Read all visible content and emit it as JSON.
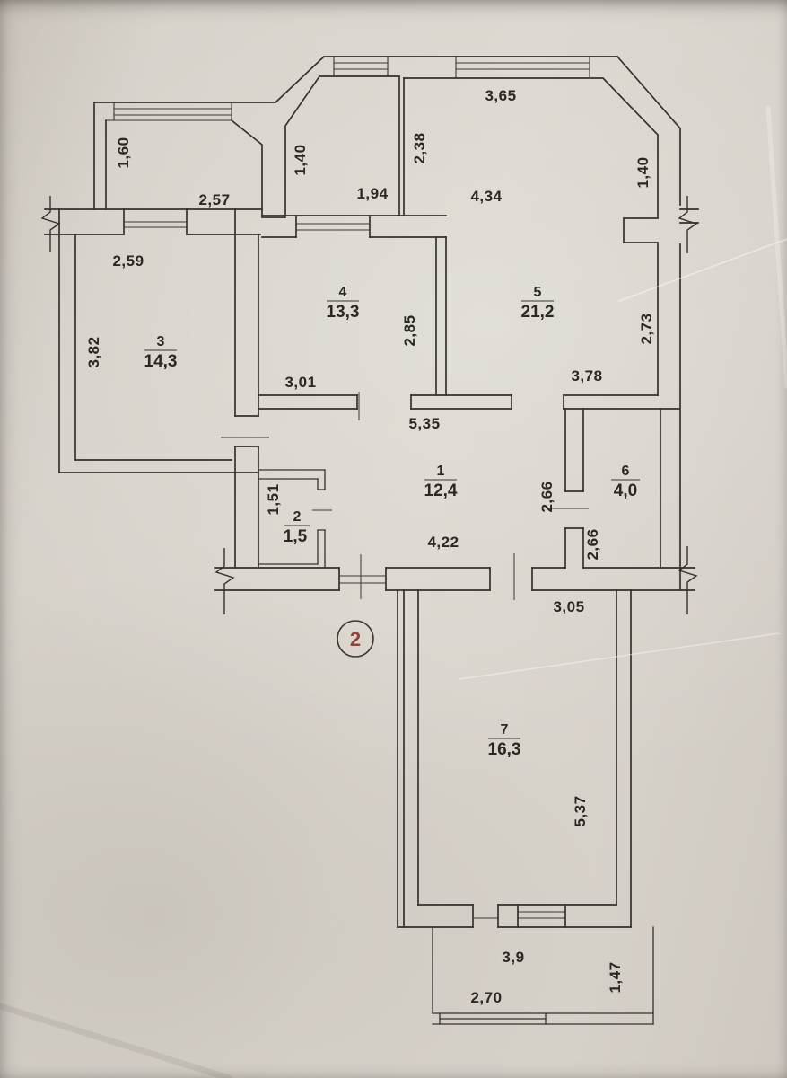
{
  "document": {
    "kind": "scanned apartment floor plan",
    "flat_number": "2"
  },
  "colors": {
    "paper": "#d6d1c9",
    "ink": "#35322e",
    "flat_number": "#96413a"
  },
  "rooms": [
    {
      "number": "1",
      "area": "12,4"
    },
    {
      "number": "2",
      "area": "1,5"
    },
    {
      "number": "3",
      "area": "14,3"
    },
    {
      "number": "4",
      "area": "13,3"
    },
    {
      "number": "5",
      "area": "21,2"
    },
    {
      "number": "6",
      "area": "4,0"
    },
    {
      "number": "7",
      "area": "16,3"
    }
  ],
  "dimensions": {
    "balcony_left_depth": "1,60",
    "balcony_left_width": "2,57",
    "room3_top_width": "2,59",
    "room3_left_height": "3,82",
    "balcony_mid_depth": "1,40",
    "balcony_mid_width": "1,94",
    "room5_upper_left_height": "2,38",
    "room5_window_width": "3,65",
    "room5_upper_width": "4,34",
    "right_pier_height": "1,40",
    "room4_right_height": "2,85",
    "room4_bottom_width": "3,01",
    "room5_right_height": "2,73",
    "room5_bottom_width": "3,78",
    "hall_top_width": "5,35",
    "room2_left_height": "1,51",
    "hall_bottom_width": "4,22",
    "hall_right_height": "2,66",
    "room6_left_height": "2,66",
    "room7_top_width": "3,05",
    "room7_right_height": "5,37",
    "balcony_bottom_area": "3,9",
    "balcony_bottom_width": "2,70",
    "balcony_bottom_height": "1,47"
  }
}
